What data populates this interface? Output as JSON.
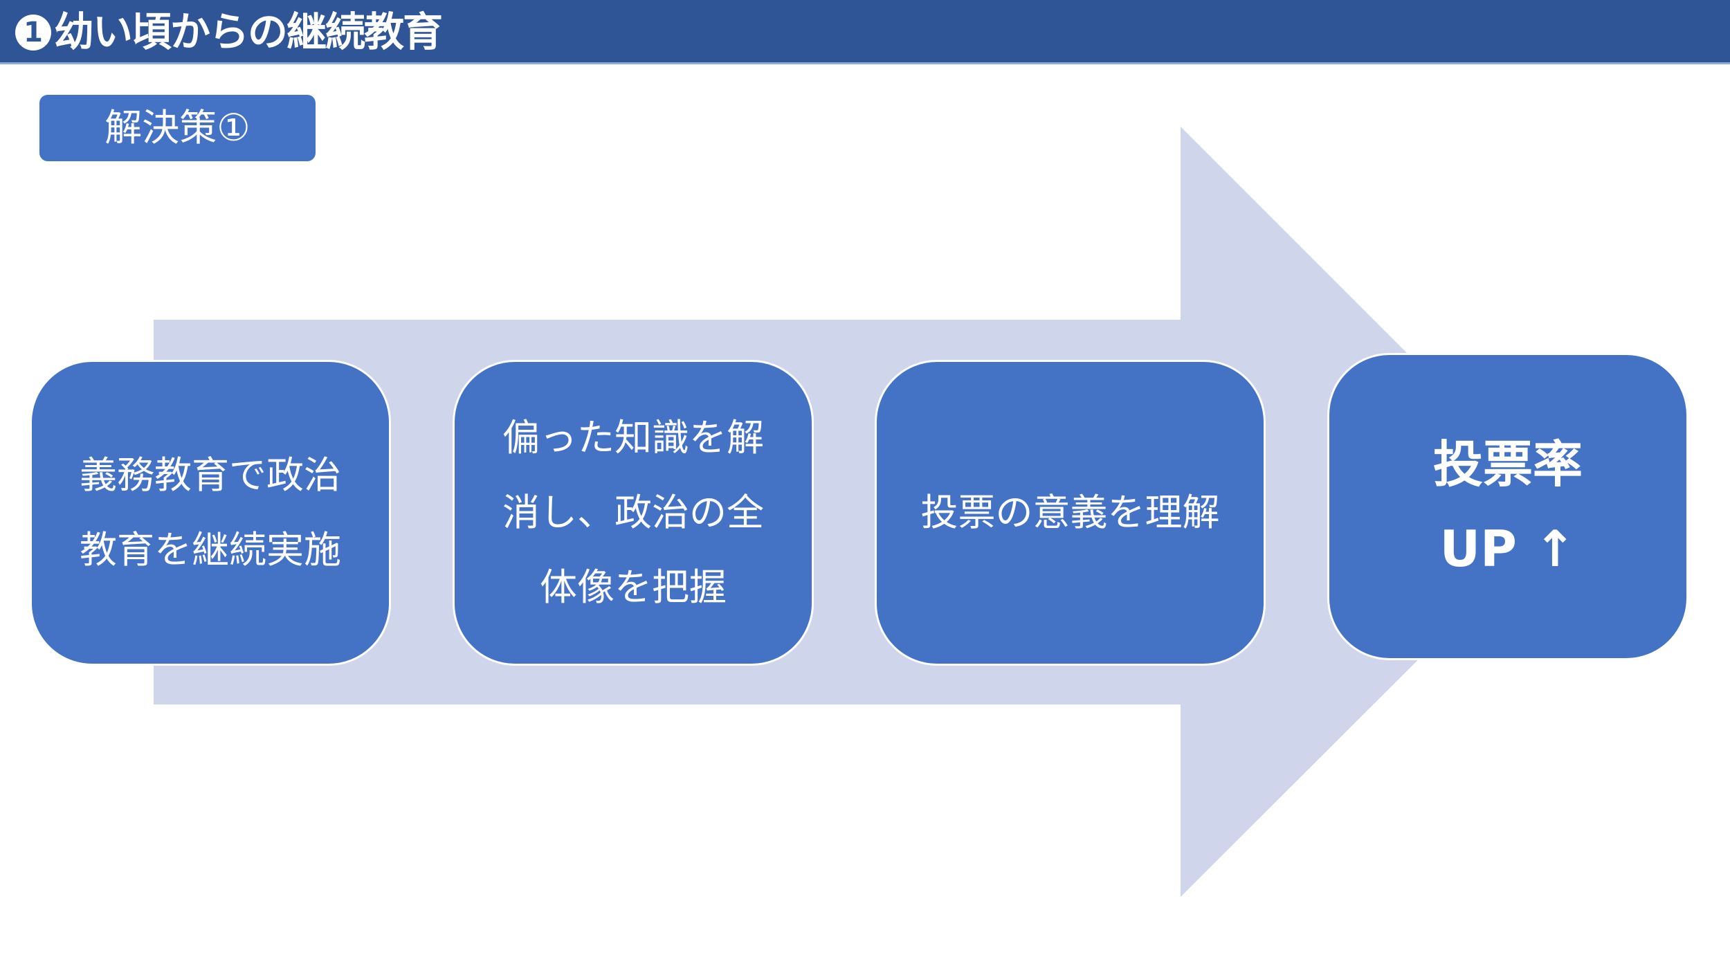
{
  "header": {
    "number": "1",
    "title": "幼い頃からの継続教育",
    "bg_color": "#2f5597"
  },
  "badge": {
    "label": "解決策①"
  },
  "flow": {
    "arrow_color": "#cfd5ea",
    "box_color": "#4472c4",
    "steps": [
      {
        "text": "義務教育で政治\n教育を継続実施"
      },
      {
        "text": "偏った知識を解\n消し、政治の全\n体像を把握"
      },
      {
        "text": "投票の意義を理解"
      }
    ],
    "result": {
      "line1": "投票率",
      "line2": "UP ↑"
    }
  }
}
